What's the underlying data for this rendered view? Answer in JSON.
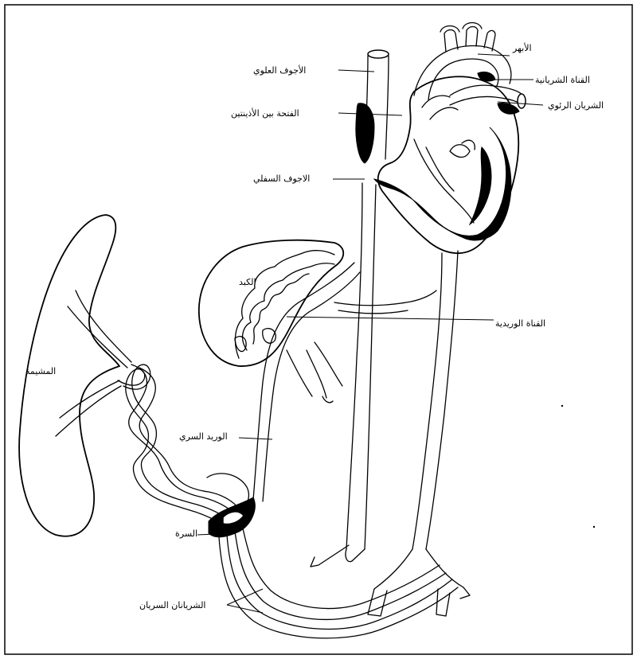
{
  "labels": {
    "aorta": "الأبهر",
    "ductus_arteriosus": "القناة الشريانية",
    "pulmonary_artery": "الشريان الرئوي",
    "superior_vena_cava": "الأجوف العلوي",
    "foramen_ovale": "الفتحة بين الأذينتين",
    "inferior_vena_cava": "الاجوف السفلي",
    "liver": "الكبد",
    "ductus_venosus": "القناة الوريدية",
    "placenta": "المشيمة",
    "umbilical_vein": "الوريد السري",
    "umbilicus": "السرة",
    "umbilical_arteries": "الشريانان السريان"
  }
}
